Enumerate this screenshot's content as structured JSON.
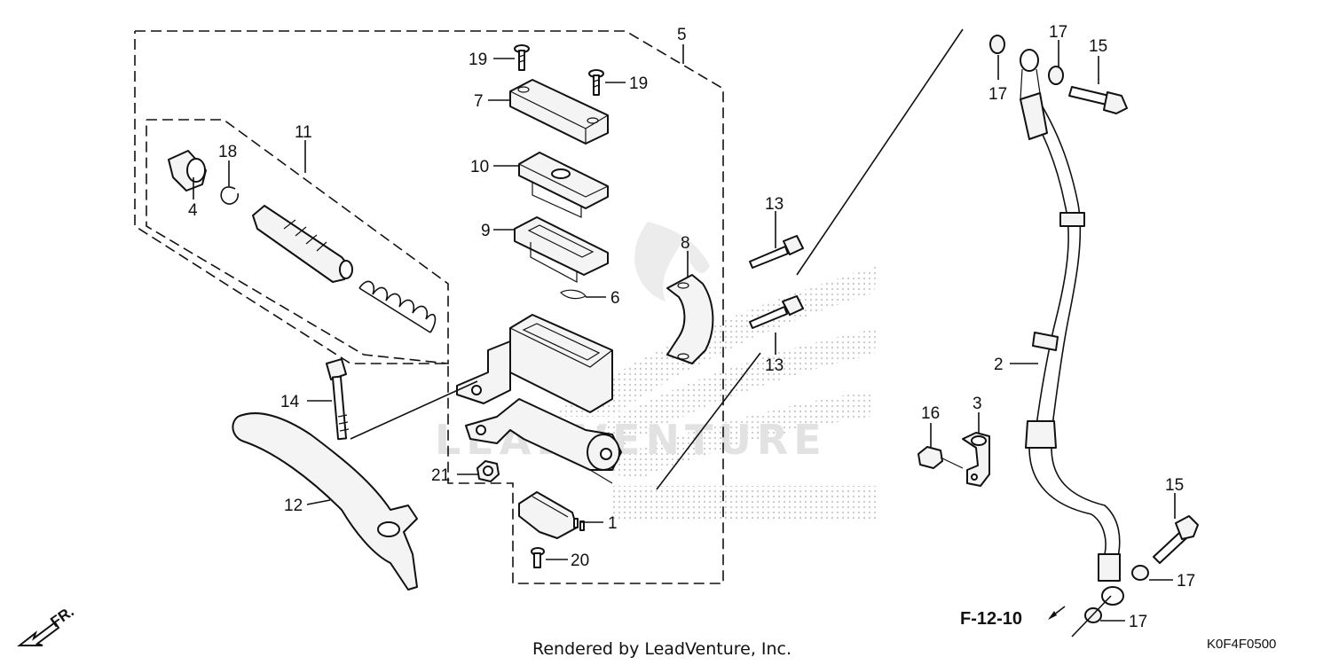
{
  "diagram": {
    "callouts": {
      "c1": "1",
      "c2": "2",
      "c3": "3",
      "c4": "4",
      "c5": "5",
      "c6": "6",
      "c7": "7",
      "c8": "8",
      "c9": "9",
      "c10": "10",
      "c11": "11",
      "c12": "12",
      "c13a": "13",
      "c13b": "13",
      "c14": "14",
      "c15a": "15",
      "c15b": "15",
      "c16": "16",
      "c17a": "17",
      "c17b": "17",
      "c17c": "17",
      "c17d": "17",
      "c18": "18",
      "c19a": "19",
      "c19b": "19",
      "c20": "20",
      "c21": "21"
    },
    "reference": "F-12-10",
    "front_indicator": "FR.",
    "footer": "Rendered by LeadVenture, Inc.",
    "drawing_code": "K0F4F0500",
    "watermark": "LEADVENTURE"
  }
}
